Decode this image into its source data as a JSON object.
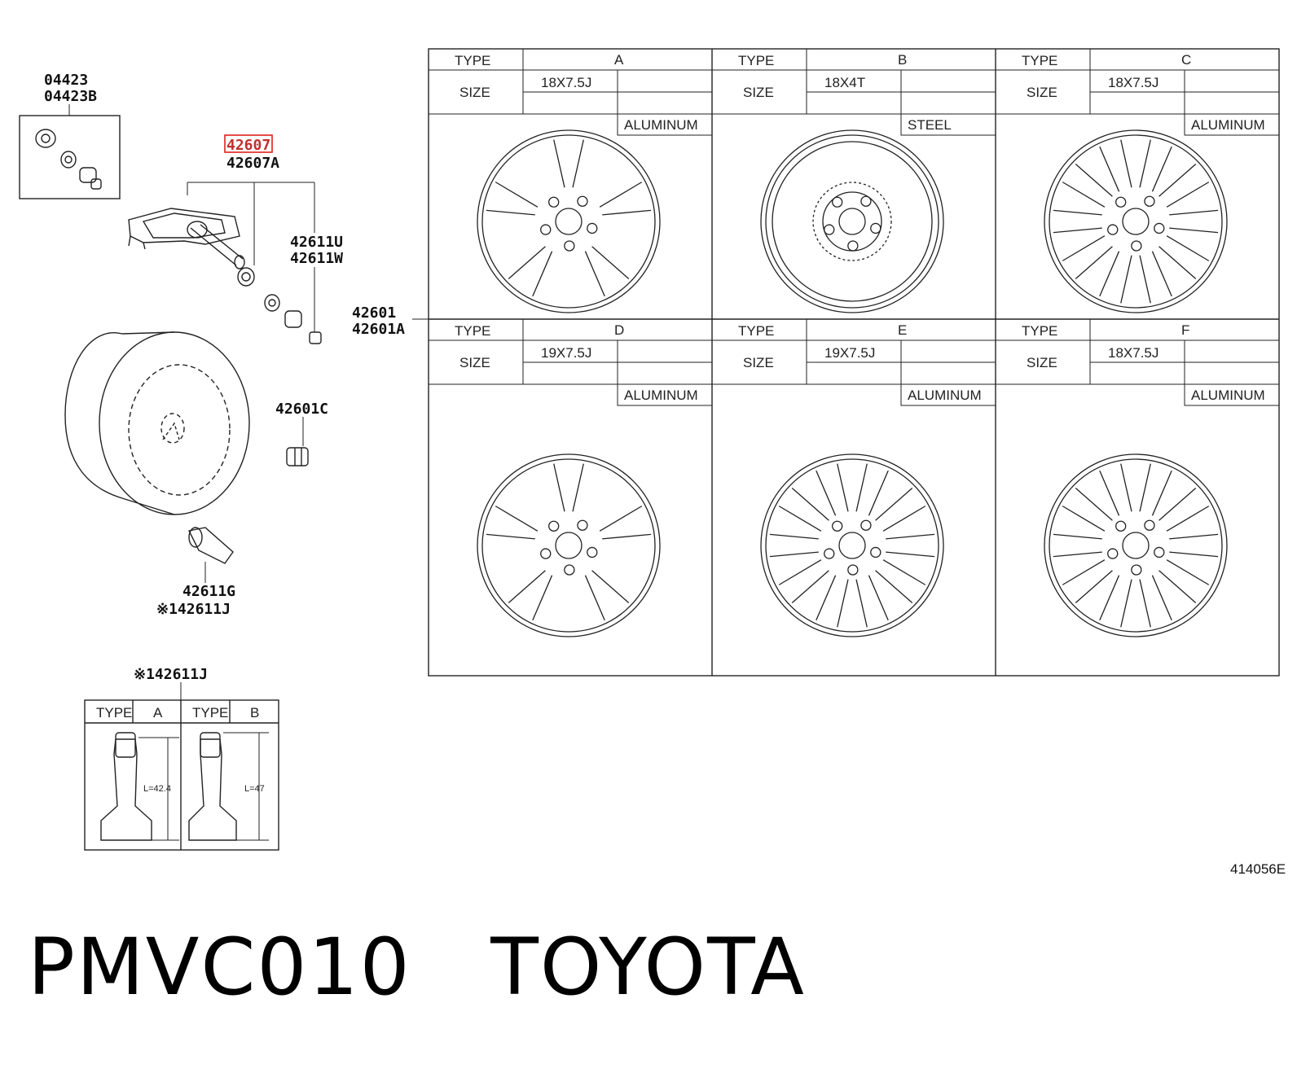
{
  "callouts": {
    "c04423": "04423",
    "c04423b": "04423B",
    "c42607": "42607",
    "c42607a": "42607A",
    "c42611u": "42611U",
    "c42611w": "42611W",
    "c42601": "42601",
    "c42601a": "42601A",
    "c42601c": "42601C",
    "c42611g": "42611G",
    "c42611j": "※142611J",
    "c42611j_table": "※142611J"
  },
  "highlight_color": "#e02020",
  "wheel_table": {
    "type_label": "TYPE",
    "size_label": "SIZE",
    "wheels": [
      {
        "type": "A",
        "size": "18X7.5J",
        "material": "ALUMINUM"
      },
      {
        "type": "B",
        "size": "18X4T",
        "material": "STEEL"
      },
      {
        "type": "C",
        "size": "18X7.5J",
        "material": "ALUMINUM"
      },
      {
        "type": "D",
        "size": "19X7.5J",
        "material": "ALUMINUM"
      },
      {
        "type": "E",
        "size": "19X7.5J",
        "material": "ALUMINUM"
      },
      {
        "type": "F",
        "size": "18X7.5J",
        "material": "ALUMINUM"
      }
    ]
  },
  "valve_table": {
    "type_label": "TYPE",
    "types": [
      {
        "type": "A",
        "length": "L=42.4"
      },
      {
        "type": "B",
        "length": "L=47"
      }
    ]
  },
  "drawing_id": "414056E",
  "caption": "PMVC010   TOYOTA"
}
